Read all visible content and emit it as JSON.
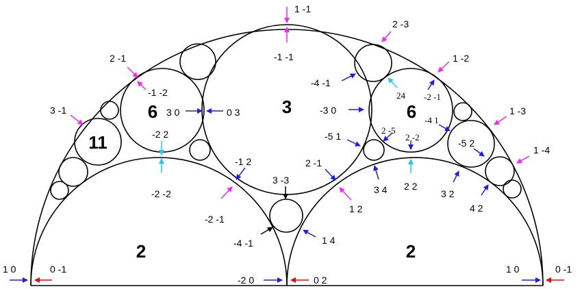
{
  "colors": {
    "blue": "#1a1aff",
    "red": "#ff0000",
    "magenta": "#ff20ff",
    "cyan": "#1ec8ff",
    "black": "#000000"
  },
  "curvatures": {
    "left_lower": "2",
    "right_lower": "2",
    "center": "3",
    "left_six": "6",
    "right_six": "6",
    "eleven": "11"
  },
  "labels": {
    "top_1_-1": "1 -1",
    "top_-1_-1": "-1 -1",
    "l_2_-1": "2 -1",
    "l_-1_-2": "-1 -2",
    "l_3_-1": "3 -1",
    "l_3_0": "3 0",
    "l_0_3": "0 3",
    "l_-2_2": "-2 2",
    "l_-2_-2": "-2 -2",
    "m_-1_2": "-1 2",
    "m_3_-3": "3 -3",
    "m_-2_-1": "-2 -1",
    "m_-4_-1": "-4 -1",
    "m_1_4": "1 4",
    "m_2_-1": "2 -1",
    "m_1_2": "1 2",
    "r_2_-3": "2 -3",
    "r_-4_-1": "-4 -1",
    "r_-3_0": "-3 0",
    "r_-5_1": "-5 1",
    "r_1_-2": "1 -2",
    "r_24": "24",
    "r_-2_-1_in": "-2 -1",
    "r_-4_1": "-4 1",
    "r_2_-5": "2 -5",
    "r_2_-2": "2 -2",
    "r_1_-3": "1 -3",
    "r_-5_2": "-5 2",
    "r_1_-4": "1 -4",
    "r_3_4": "3 4",
    "r_2_2": "2 2",
    "r_3_2": "3 2",
    "r_4_2": "4 2",
    "b_1_0_left": "1 0",
    "b_0_-1_left": "0 -1",
    "b_-2_0": "-2 0",
    "b_0_2": "0 2",
    "b_1_0_right": "1 0",
    "b_0_-1_right": "0 -1"
  }
}
